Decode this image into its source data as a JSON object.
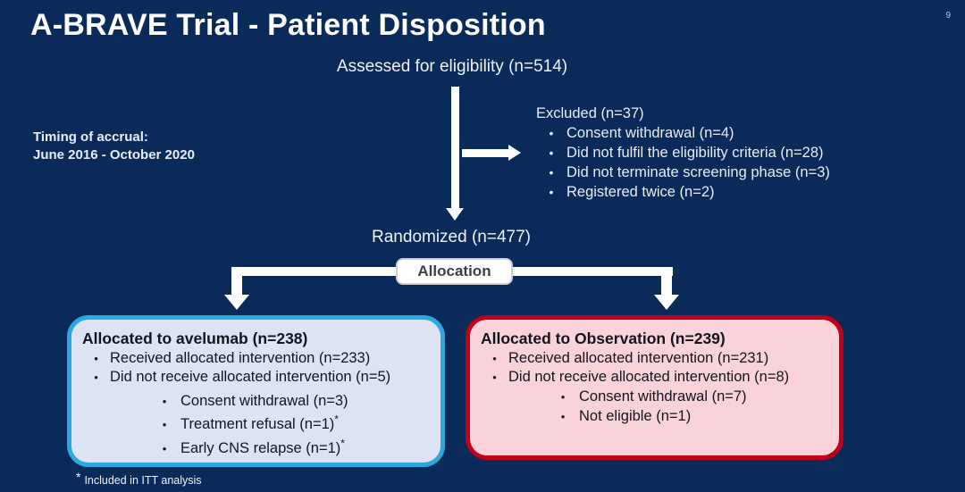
{
  "bullet": "•",
  "page": {
    "number": "9"
  },
  "title": "A-BRAVE Trial - Patient Disposition",
  "accrual": {
    "line1": "Timing of accrual:",
    "line2": "June 2016 - October 2020"
  },
  "flow": {
    "assessed": "Assessed for eligibility (n=514)",
    "excluded": {
      "heading": "Excluded (n=37)",
      "items": [
        "Consent withdrawal (n=4)",
        "Did not fulfil the eligibility criteria (n=28)",
        "Did not terminate screening phase (n=3)",
        "Registered twice (n=2)"
      ]
    },
    "randomized": "Randomized (n=477)",
    "allocation_label": "Allocation",
    "left_box": {
      "heading": "Allocated to avelumab (n=238)",
      "items": [
        "Received allocated intervention (n=233)",
        "Did not receive allocated intervention (n=5)"
      ],
      "sub_items": [
        {
          "text": "Consent withdrawal (n=3)",
          "sup": ""
        },
        {
          "text": "Treatment refusal (n=1)",
          "sup": "*"
        },
        {
          "text": "Early CNS relapse (n=1)",
          "sup": "*"
        }
      ]
    },
    "right_box": {
      "heading": "Allocated to Observation (n=239)",
      "items": [
        "Received allocated intervention (n=231)",
        "Did not receive allocated intervention (n=8)"
      ],
      "sub_items": [
        {
          "text": "Consent withdrawal (n=7)",
          "sup": ""
        },
        {
          "text": "Not eligible (n=1)",
          "sup": ""
        }
      ]
    }
  },
  "footnote": {
    "marker": "*",
    "text": "Included in ITT analysis"
  },
  "colors": {
    "background": "#0a2a5a",
    "text_light": "#ffffff",
    "avelumab_border": "#2aa8e0",
    "avelumab_fill": "#dce3f4",
    "observation_border": "#c00018",
    "observation_fill": "#f9d3d9",
    "allocation_fill": "#ffffff",
    "allocation_text": "#3f3f3f"
  }
}
